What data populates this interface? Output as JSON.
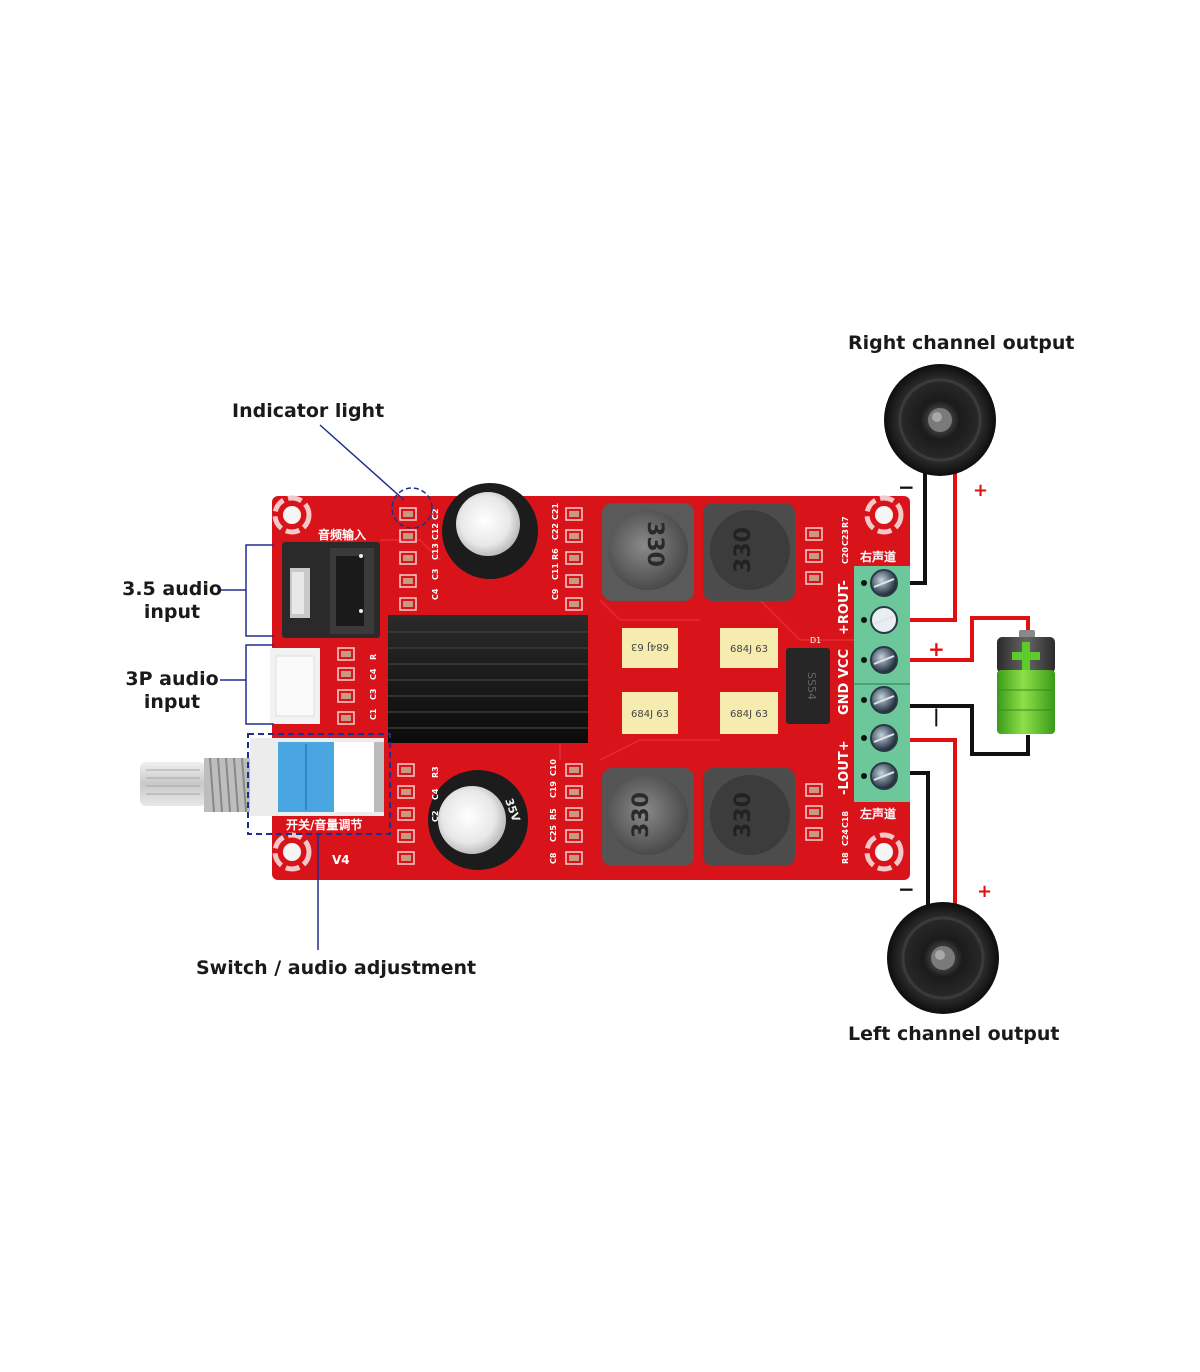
{
  "diagram": {
    "callouts": {
      "indicator_light": "Indicator light",
      "audio_35_line1": "3.5 audio",
      "audio_35_line2": "input",
      "audio_3p_line1": "3P audio",
      "audio_3p_line2": "input",
      "switch_adjust": "Switch / audio adjustment",
      "right_output": "Right channel output",
      "left_output": "Left channel output"
    },
    "board": {
      "silk_audio_in": "音频输入",
      "silk_switch_volume": "开关/音量调节",
      "silk_version": "V4",
      "silk_right_channel": "右声道",
      "silk_left_channel": "左声道",
      "terminal_rout": "+ROUT-",
      "terminal_power": "GND VCC",
      "terminal_lout": "-LOUT+",
      "inductor_marking": "330",
      "film_cap_marking": "684J 63",
      "diode_marking": "SS54",
      "diode_ref": "D1",
      "top_cap_refs_left": [
        "C2",
        "C12",
        "C13",
        "C3",
        "C4"
      ],
      "top_cap_refs_right": [
        "C21",
        "C22",
        "R6",
        "C11",
        "C9"
      ],
      "bottom_cap_refs_left": [
        "R3",
        "C4",
        "C2"
      ],
      "bottom_cap_refs_right": [
        "C10",
        "C19",
        "R5",
        "C25",
        "C8"
      ],
      "input_refs": [
        "R",
        "C4",
        "C3",
        "C1"
      ],
      "right_refs": [
        "R7",
        "C23",
        "C20"
      ],
      "left_refs": [
        "C18",
        "C24",
        "R8"
      ],
      "electrolytic_marking": "35V"
    },
    "polarity": {
      "plus": "+",
      "minus": "−"
    },
    "colors": {
      "pcb_red": "#d8141a",
      "terminal_green": "#6cc79a",
      "callout_blue": "#1f2f8f",
      "wire_red": "#e01010",
      "wire_black": "#111111",
      "battery_green": "#5ecb2a"
    }
  }
}
